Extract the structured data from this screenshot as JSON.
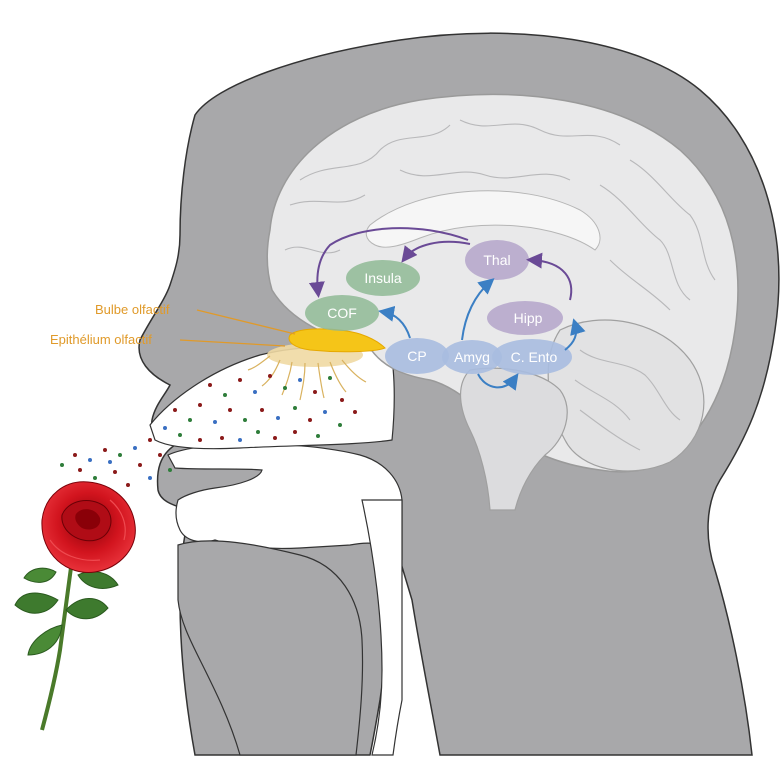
{
  "labels": {
    "bulbe": "Bulbe olfactif",
    "epithelium": "Epithélium olfactif"
  },
  "regions": {
    "insula": "Insula",
    "cof": "COF",
    "thal": "Thal",
    "hipp": "Hipp",
    "cp": "CP",
    "amyg": "Amyg",
    "cento": "C. Ento"
  },
  "colors": {
    "head": "#a8a8aa",
    "head_outline": "#333333",
    "brain": "#e9e9ea",
    "label_orange": "#e09a2a",
    "bulb_yellow": "#f5c518",
    "epithelium_tan": "#f0d9a3",
    "green_region": "#8fba95",
    "purple_region": "#b7a9cc",
    "blue_region": "#a9bde0",
    "arrow_blue": "#3b7fc4",
    "arrow_purple": "#6a4a96",
    "rose_red": "#c8101a",
    "leaf_green": "#3e7a2e"
  }
}
